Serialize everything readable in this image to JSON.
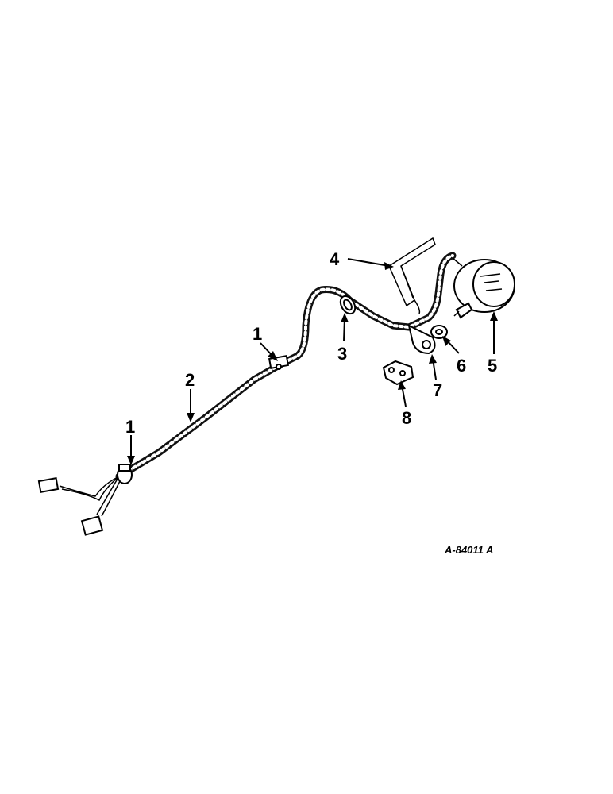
{
  "figure": {
    "reference_code": "A-84011 A"
  },
  "callouts": [
    {
      "id": "clip-1-upper",
      "label": "1"
    },
    {
      "id": "harness-2",
      "label": "2"
    },
    {
      "id": "grommet-3",
      "label": "3"
    },
    {
      "id": "bracket-4",
      "label": "4"
    },
    {
      "id": "lamp-5",
      "label": "5"
    },
    {
      "id": "nut-6",
      "label": "6"
    },
    {
      "id": "terminal-7",
      "label": "7"
    },
    {
      "id": "clip-8",
      "label": "8"
    },
    {
      "id": "clip-1-lower",
      "label": "1"
    }
  ]
}
